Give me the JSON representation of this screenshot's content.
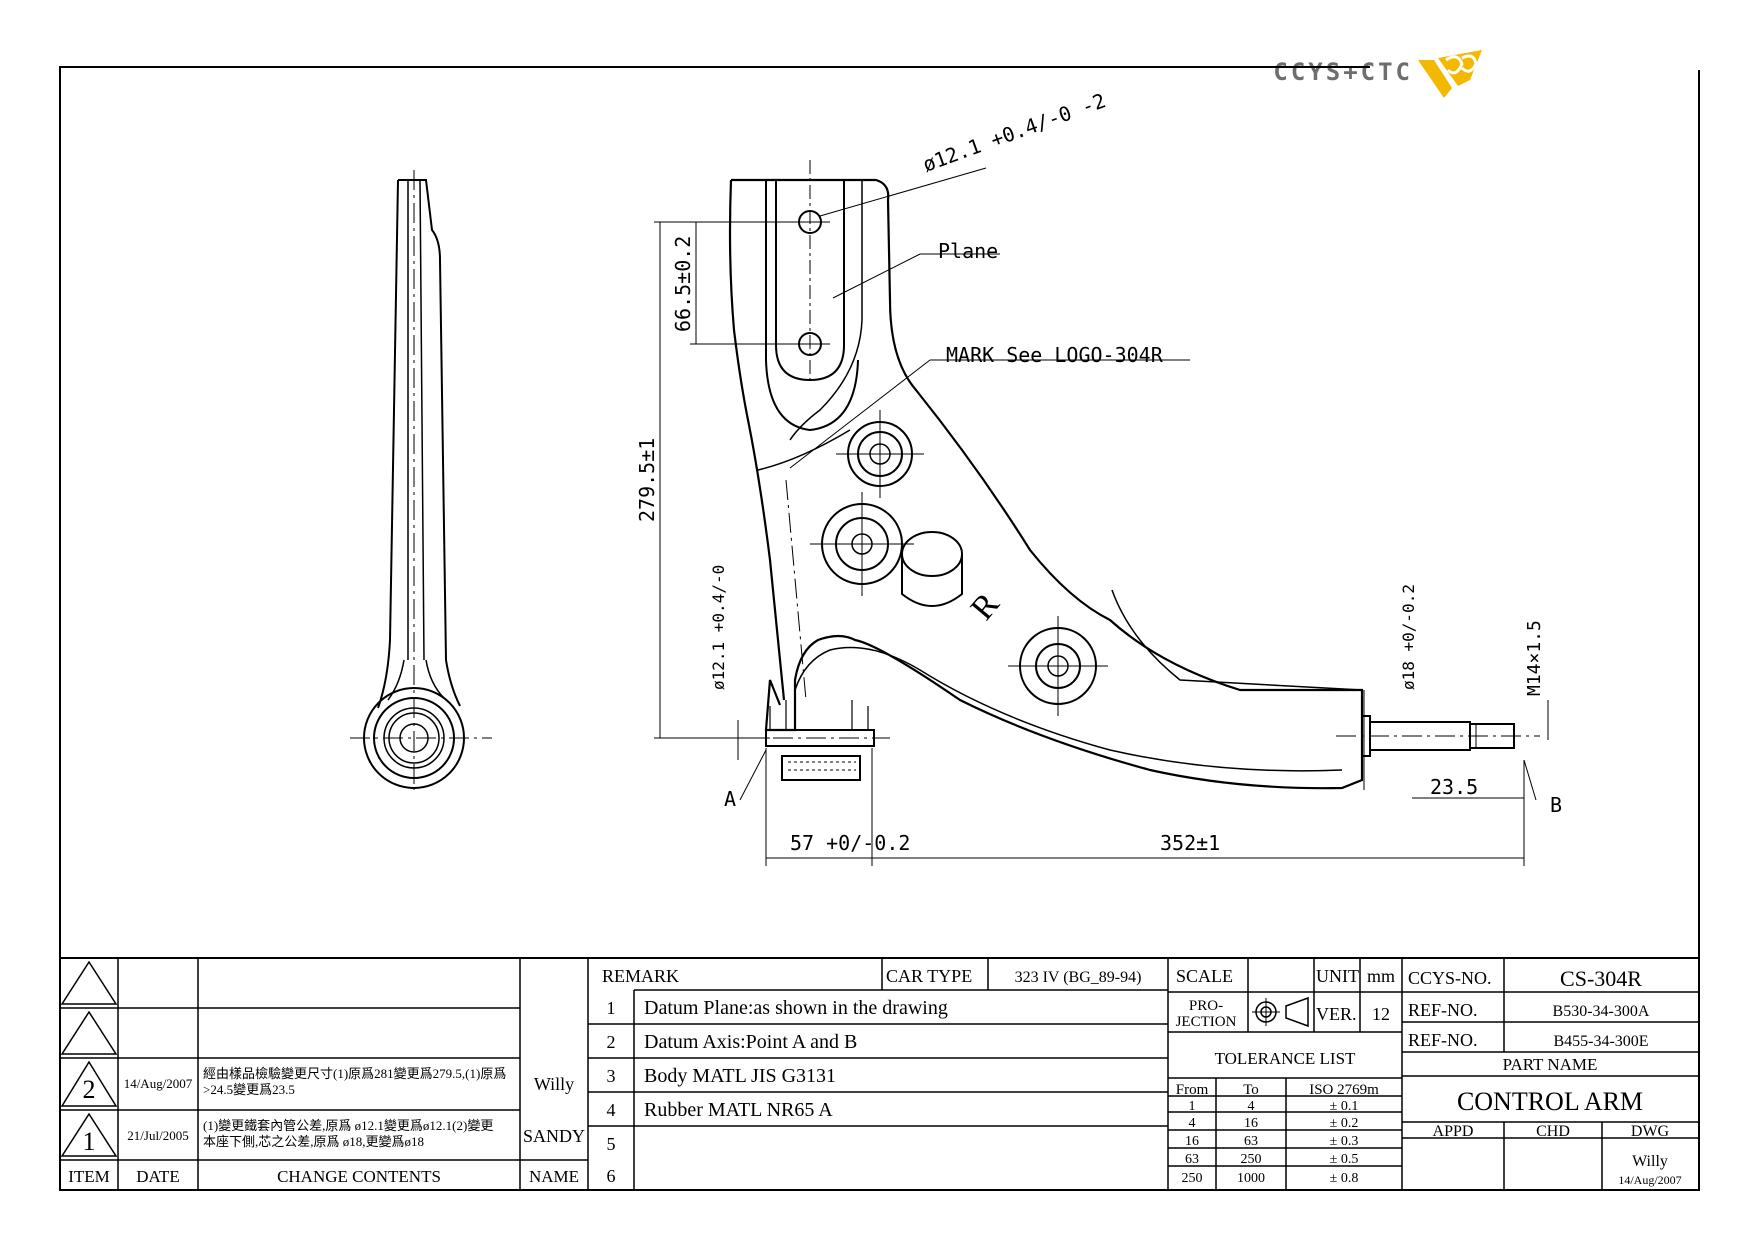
{
  "logo": {
    "text": "CCYS+CTC"
  },
  "drawing": {
    "dim_hole_top": "ø12.1 +0.4/-0 -2",
    "label_plane": "Plane",
    "label_mark": "MARK See LOGO-304R",
    "dim_hole_spacing": "66.5±0.2",
    "dim_height": "279.5±1",
    "dim_bush_hole": "ø12.1 +0.4/-0",
    "letter_r": "R",
    "dim_ball_dia": "ø18 +0/-0.2",
    "dim_thread": "M14×1.5",
    "dim_taper": "23.5",
    "dim_bush_width": "57 +0/-0.2",
    "dim_length": "352±1",
    "point_a": "A",
    "point_b": "B"
  },
  "revisions": {
    "headers": {
      "item": "ITEM",
      "date": "DATE",
      "contents": "CHANGE CONTENTS",
      "name": "NAME"
    },
    "rows": [
      {
        "item": "2",
        "date": "14/Aug/2007",
        "line1": "經由樣品檢驗變更尺寸(1)原爲281變更爲279.5,(1)原爲",
        "line2": ">24.5變更爲23.5",
        "name": "Willy"
      },
      {
        "item": "1",
        "date": "21/Jul/2005",
        "line1": "(1)變更鐵套內管公差,原爲 ø12.1變更爲ø12.1(2)變更",
        "line2": "本座下側,芯之公差,原爲 ø18,更變爲ø18",
        "name": "SANDY"
      }
    ]
  },
  "remarks": {
    "header": "REMARK",
    "car_type_label": "CAR TYPE",
    "car_type_value": "323 IV (BG_89-94)",
    "items": [
      {
        "no": "1",
        "text": "Datum Plane:as shown in the drawing"
      },
      {
        "no": "2",
        "text": "Datum Axis:Point A and B"
      },
      {
        "no": "3",
        "text": "Body MATL JIS G3131"
      },
      {
        "no": "4",
        "text": "Rubber MATL NR65 A"
      },
      {
        "no": "5",
        "text": ""
      },
      {
        "no": "6",
        "text": ""
      }
    ]
  },
  "spec": {
    "scale_label": "SCALE",
    "scale_value": "",
    "unit_label": "UNIT",
    "unit_value": "mm",
    "projection_line1": "PRO-",
    "projection_line2": "JECTION",
    "ver_label": "VER.",
    "ver_value": "12",
    "tolerance_title": "TOLERANCE LIST",
    "tol_headers": {
      "from": "From",
      "to": "To",
      "std": "ISO 2769m"
    },
    "tolerances": [
      {
        "from": "1",
        "to": "4",
        "tol": "± 0.1"
      },
      {
        "from": "4",
        "to": "16",
        "tol": "± 0.2"
      },
      {
        "from": "16",
        "to": "63",
        "tol": "± 0.3"
      },
      {
        "from": "63",
        "to": "250",
        "tol": "± 0.5"
      },
      {
        "from": "250",
        "to": "1000",
        "tol": "± 0.8"
      }
    ]
  },
  "part": {
    "ccys_label": "CCYS-NO.",
    "ccys_value": "CS-304R",
    "ref1_label": "REF-NO.",
    "ref1_value": "B530-34-300A",
    "ref2_label": "REF-NO.",
    "ref2_value": "B455-34-300E",
    "name_label": "PART NAME",
    "name_value": "CONTROL ARM",
    "appd_label": "APPD",
    "chd_label": "CHD",
    "dwg_label": "DWG",
    "appd_value": "",
    "chd_value": "",
    "dwg_value": "Willy",
    "date_value": "14/Aug/2007"
  }
}
